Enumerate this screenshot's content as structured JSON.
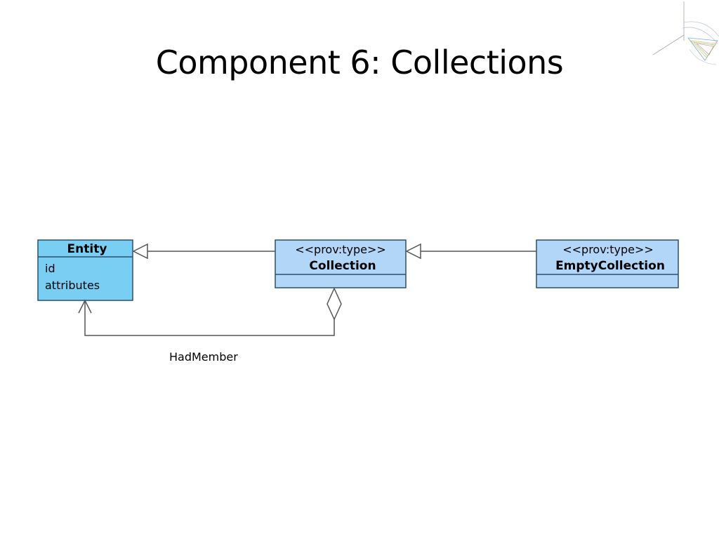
{
  "slide": {
    "title": "Component 6: Collections"
  },
  "colors": {
    "entity_fill": "#78cff3",
    "collection_fill": "#b2d6f8",
    "stroke": "#2f4f6f",
    "line": "#555555"
  },
  "diagram": {
    "entity": {
      "name": "Entity",
      "attributes": [
        "id",
        "attributes"
      ]
    },
    "collection": {
      "stereotype": "<<prov:type>>",
      "name": "Collection"
    },
    "empty_collection": {
      "stereotype": "<<prov:type>>",
      "name": "EmptyCollection"
    },
    "relations": {
      "had_member_label": "HadMember"
    }
  },
  "logo": {
    "icon": "prov-logo-icon"
  }
}
